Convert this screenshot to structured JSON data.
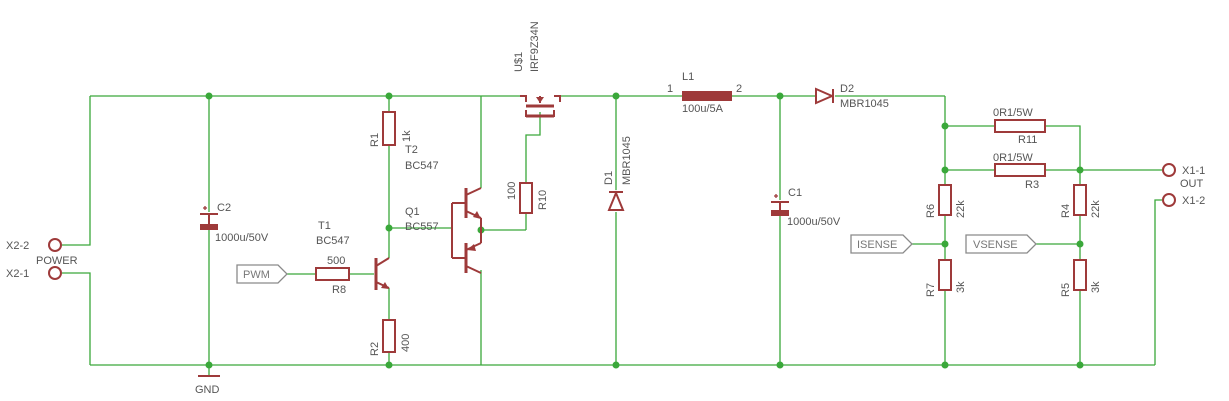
{
  "power": {
    "X2_2": "X2-2",
    "X2_1": "X2-1",
    "title": "POWER",
    "gnd": "GND"
  },
  "c2": {
    "name": "C2",
    "value": "1000u/50V"
  },
  "t1": {
    "name": "T1",
    "value": "BC547"
  },
  "pwm": "PWM",
  "r8": {
    "name": "R8",
    "value": "500"
  },
  "r1": {
    "name": "R1",
    "value": "1k"
  },
  "t2": {
    "name": "T2",
    "value": "BC547"
  },
  "q1": {
    "name": "Q1",
    "value": "BC557"
  },
  "r2": {
    "name": "R2",
    "value": "400"
  },
  "u1": {
    "name": "U$1",
    "value": "IRF9Z34N"
  },
  "r10": {
    "name": "R10",
    "value": "100"
  },
  "d1": {
    "name": "D1",
    "value": "MBR1045"
  },
  "l1": {
    "name": "L1",
    "value": "100u/5A",
    "pin1": "1",
    "pin2": "2"
  },
  "c1": {
    "name": "C1",
    "value": "1000u/50V"
  },
  "d2": {
    "name": "D2",
    "value": "MBR1045"
  },
  "r11": {
    "name": "R11",
    "value": "0R1/5W"
  },
  "r3": {
    "name": "R3",
    "value": "0R1/5W"
  },
  "r6": {
    "name": "R6",
    "value": "22k"
  },
  "r7": {
    "name": "R7",
    "value": "3k"
  },
  "r4": {
    "name": "R4",
    "value": "22k"
  },
  "r5": {
    "name": "R5",
    "value": "3k"
  },
  "isense": "ISENSE",
  "vsense": "VSENSE",
  "out": {
    "X1_1": "X1-1",
    "X1_2": "X1-2",
    "title": "OUT"
  }
}
